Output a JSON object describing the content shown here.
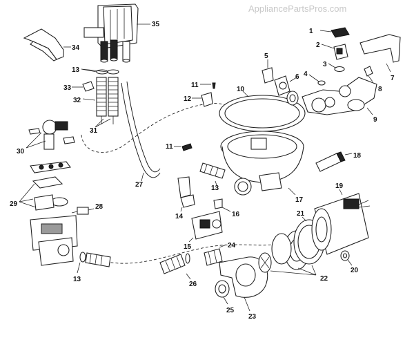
{
  "watermark": "AppliancePartsPros.com",
  "callouts": {
    "c1": "1",
    "c2": "2",
    "c3": "3",
    "c4": "4",
    "c5": "5",
    "c6": "6",
    "c7": "7",
    "c8": "8",
    "c9": "9",
    "c10": "10",
    "c11a": "11",
    "c11b": "11",
    "c12": "12",
    "c13a": "13",
    "c13b": "13",
    "c13c": "13",
    "c14": "14",
    "c15": "15",
    "c16": "16",
    "c17": "17",
    "c18": "18",
    "c19": "19",
    "c20": "20",
    "c21": "21",
    "c22": "22",
    "c23": "23",
    "c24": "24",
    "c25": "25",
    "c26": "26",
    "c27": "27",
    "c28": "28",
    "c29": "29",
    "c30": "30",
    "c31": "31",
    "c32": "32",
    "c33": "33",
    "c34": "34",
    "c35": "35"
  }
}
